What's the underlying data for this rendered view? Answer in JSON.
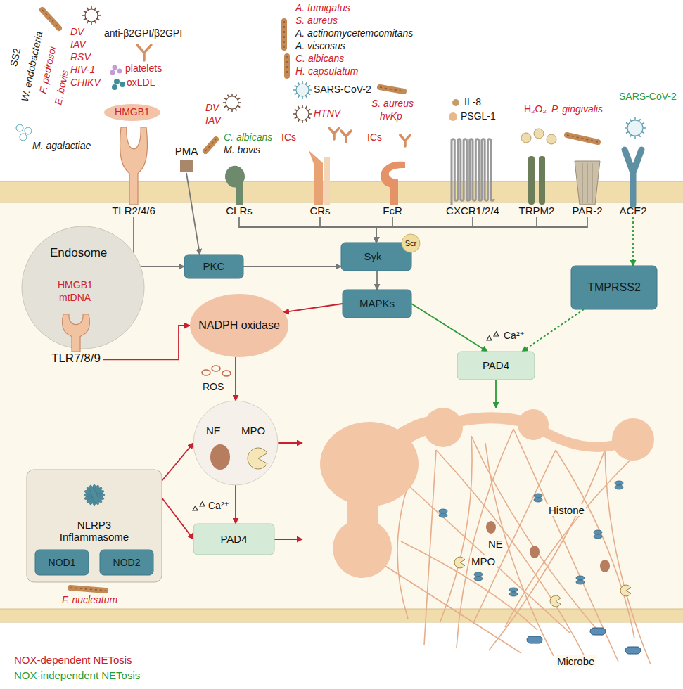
{
  "diagram": {
    "nodes": [
      {
        "text": [
          "TLR2/4/6"
        ]
      },
      {
        "text": [
          "PMA"
        ]
      },
      {
        "text": [
          "CLRs"
        ]
      },
      {
        "text": [
          "CRs"
        ]
      },
      {
        "text": [
          "FcR"
        ]
      },
      {
        "text": [
          "CXCR1/2/4"
        ]
      },
      {
        "text": [
          "TRPM2"
        ]
      },
      {
        "text": [
          "PAR-2"
        ]
      },
      {
        "text": [
          "ACE2"
        ]
      },
      {
        "text": [
          "Endosome"
        ]
      },
      {
        "text": [
          "TLR7/8/9"
        ]
      },
      {
        "text": [
          "PKC"
        ]
      },
      {
        "text": [
          "Syk"
        ]
      },
      {
        "text": [
          "Scr"
        ],
        "in": 12
      },
      {
        "text": [
          "MAPKs"
        ]
      },
      {
        "text": [
          "TMPRSS2"
        ]
      },
      {
        "text": [
          "NADPH oxidase"
        ]
      },
      {
        "text": [
          "PAD4"
        ]
      },
      {
        "text": [
          "NE",
          "MPO"
        ]
      },
      {
        "text": [
          "NLRP3 Inflammasome"
        ]
      },
      {
        "text": [
          "NOD1"
        ],
        "in": 19
      },
      {
        "text": [
          "NOD2"
        ],
        "in": 19
      },
      {
        "text": [
          "PAD4"
        ]
      },
      {
        "text": [
          "NE",
          "MPO",
          "Histone",
          "Microbe"
        ]
      }
    ],
    "edges": [
      {
        "from": 0,
        "to": 11,
        "arrow": "to"
      },
      {
        "from": 1,
        "to": 11,
        "arrow": "to"
      },
      {
        "from": 11,
        "to": 12,
        "arrow": "to"
      },
      {
        "from": 2,
        "to": 12,
        "arrow": "to"
      },
      {
        "from": 3,
        "to": 12,
        "arrow": "to"
      },
      {
        "from": 4,
        "to": 12,
        "arrow": "to"
      },
      {
        "from": 5,
        "to": 12,
        "arrow": "to"
      },
      {
        "from": 6,
        "to": 12,
        "arrow": "to"
      },
      {
        "from": 7,
        "to": 12,
        "arrow": "to"
      },
      {
        "from": 12,
        "to": 14,
        "arrow": "to"
      },
      {
        "from": 8,
        "to": 15,
        "arrow": "to"
      },
      {
        "from": 14,
        "to": 16,
        "arrow": "to"
      },
      {
        "from": 14,
        "to": 17,
        "arrow": "to"
      },
      {
        "from": 15,
        "to": 17,
        "arrow": "to"
      },
      {
        "from": 10,
        "to": 16,
        "arrow": "to"
      },
      {
        "from": 16,
        "to": 18,
        "arrow": "to"
      },
      {
        "from": 19,
        "to": 18,
        "arrow": "to"
      },
      {
        "from": 19,
        "to": 22,
        "arrow": "to"
      },
      {
        "from": 18,
        "to": 22,
        "arrow": "to"
      },
      {
        "from": 18,
        "to": 23,
        "arrow": "to"
      },
      {
        "from": 17,
        "to": 23,
        "arrow": "to"
      },
      {
        "from": 22,
        "to": 23,
        "arrow": "to"
      }
    ],
    "labels": [
      "SS2",
      "W. endobacteria",
      "F. pedrosoi",
      "E. bovis",
      "DV",
      "IAV",
      "RSV",
      "HIV-1",
      "CHIKV",
      "anti-β2GPI/β2GPI",
      "platelets",
      "oxLDL",
      "HMGB1",
      "M. agalactiae",
      "DV",
      "IAV",
      "C. albicans",
      "M. bovis",
      "A. fumigatus",
      "S. aureus",
      "A. actinomycetemcomitans",
      "A. viscosus",
      "C. albicans",
      "H. capsulatum",
      "SARS-CoV-2",
      "HTNV",
      "ICs",
      "S. aureus",
      "hvKp",
      "ICs",
      "IL-8",
      "PSGL-1",
      "H₂O₂",
      "P. gingivalis",
      "SARS-CoV-2",
      "HMGB1",
      "mtDNA",
      "Ca²⁺",
      "ROS",
      "Ca²⁺",
      "F. nucleatum"
    ],
    "legend": [
      {
        "text": "NOX-dependent NETosis",
        "color": "#c8202f"
      },
      {
        "text": "NOX-independent NETosis",
        "color": "#2a9a3a"
      }
    ]
  }
}
